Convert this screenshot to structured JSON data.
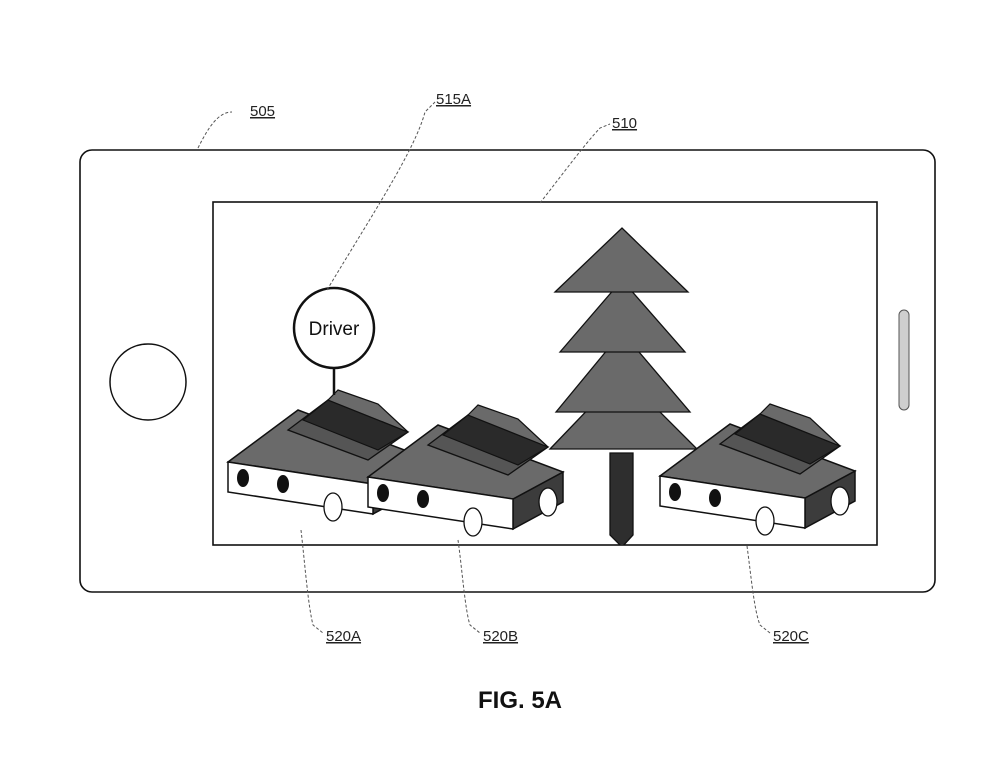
{
  "labels": {
    "device": "505",
    "screen": "510",
    "indicator": "515A",
    "vehicle_a": "520A",
    "vehicle_b": "520B",
    "vehicle_c": "520C"
  },
  "indicator_text": "Driver",
  "caption": "FIG. 5A",
  "icons": [
    "home-button-icon",
    "side-button-icon",
    "tree-icon",
    "car-icon"
  ],
  "colors": {
    "line": "#111111",
    "shade_mid": "#6a6a6a",
    "shade_dark": "#3c3c3c",
    "shade_darker": "#2a2a2a"
  }
}
